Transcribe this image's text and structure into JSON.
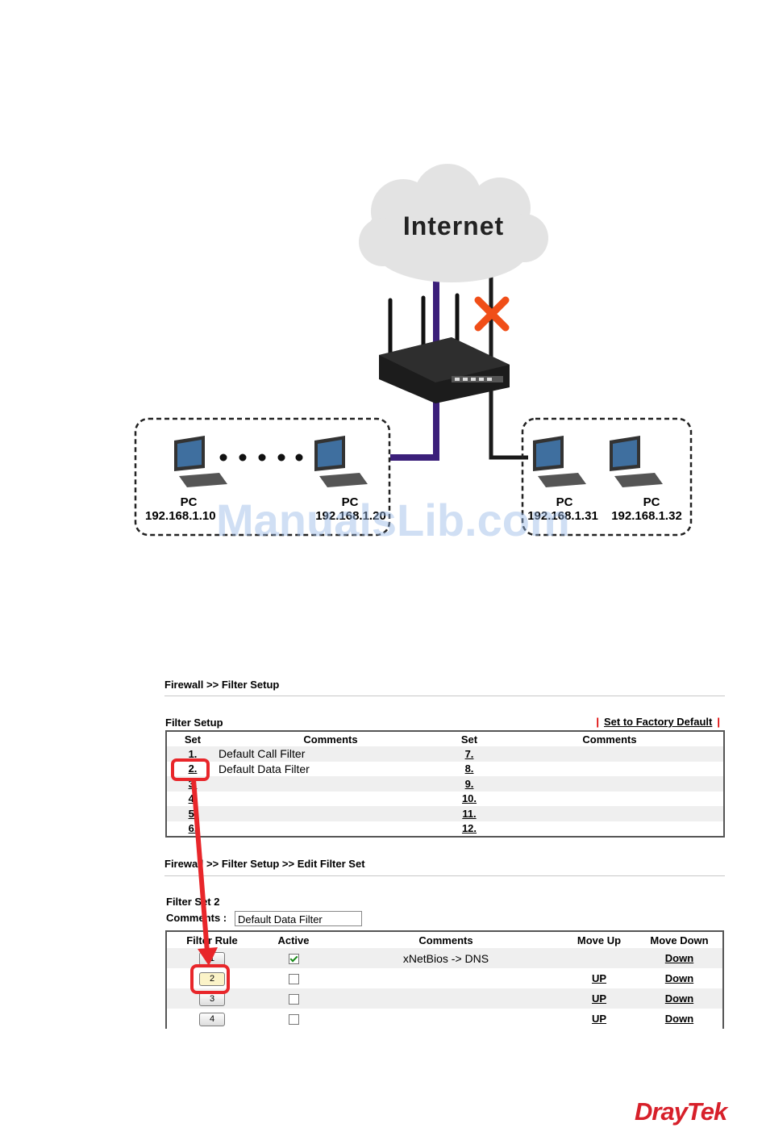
{
  "diagram": {
    "cloud_label": "Internet",
    "left_group": {
      "pc1_label": "PC",
      "pc1_ip": "192.168.1.10",
      "pc2_label": "PC",
      "pc2_ip": "192.168.1.20"
    },
    "right_group": {
      "pc1_label": "PC",
      "pc1_ip": "192.168.1.31",
      "pc2_label": "PC",
      "pc2_ip": "192.168.1.32"
    },
    "colors": {
      "left_link": "#3b1f7a",
      "right_link": "#1a1a1a",
      "block_mark": "#f04e18"
    }
  },
  "watermark": "ManualsLib.com",
  "filter_setup": {
    "breadcrumb": "Firewall >> Filter Setup",
    "section_title": "Filter Setup",
    "factory_default": "Set to Factory Default",
    "headers": {
      "set1": "Set",
      "comments1": "Comments",
      "set2": "Set",
      "comments2": "Comments"
    },
    "rows": [
      {
        "set_a": "1.",
        "comment_a": "Default Call Filter",
        "set_b": "7.",
        "comment_b": ""
      },
      {
        "set_a": "2.",
        "comment_a": "Default Data Filter",
        "set_b": "8.",
        "comment_b": ""
      },
      {
        "set_a": "3.",
        "comment_a": "",
        "set_b": "9.",
        "comment_b": ""
      },
      {
        "set_a": "4.",
        "comment_a": "",
        "set_b": "10.",
        "comment_b": ""
      },
      {
        "set_a": "5.",
        "comment_a": "",
        "set_b": "11.",
        "comment_b": ""
      },
      {
        "set_a": "6.",
        "comment_a": "",
        "set_b": "12.",
        "comment_b": ""
      }
    ]
  },
  "edit_filter_set": {
    "breadcrumb": "Firewall >> Filter Setup >> Edit Filter Set",
    "section_title": "Filter Set 2",
    "comments_label": "Comments :",
    "comments_value": "Default Data Filter",
    "headers": {
      "rule": "Filter Rule",
      "active": "Active",
      "comments": "Comments",
      "move_up": "Move Up",
      "move_down": "Move Down"
    },
    "rows": [
      {
        "rule": "1",
        "active": true,
        "comment": "xNetBios -> DNS",
        "up": "",
        "down": "Down"
      },
      {
        "rule": "2",
        "active": false,
        "comment": "",
        "up": "UP",
        "down": "Down"
      },
      {
        "rule": "3",
        "active": false,
        "comment": "",
        "up": "UP",
        "down": "Down"
      },
      {
        "rule": "4",
        "active": false,
        "comment": "",
        "up": "UP",
        "down": "Down"
      }
    ]
  },
  "brand": "DrayTek",
  "highlight_color": "#e8262a"
}
